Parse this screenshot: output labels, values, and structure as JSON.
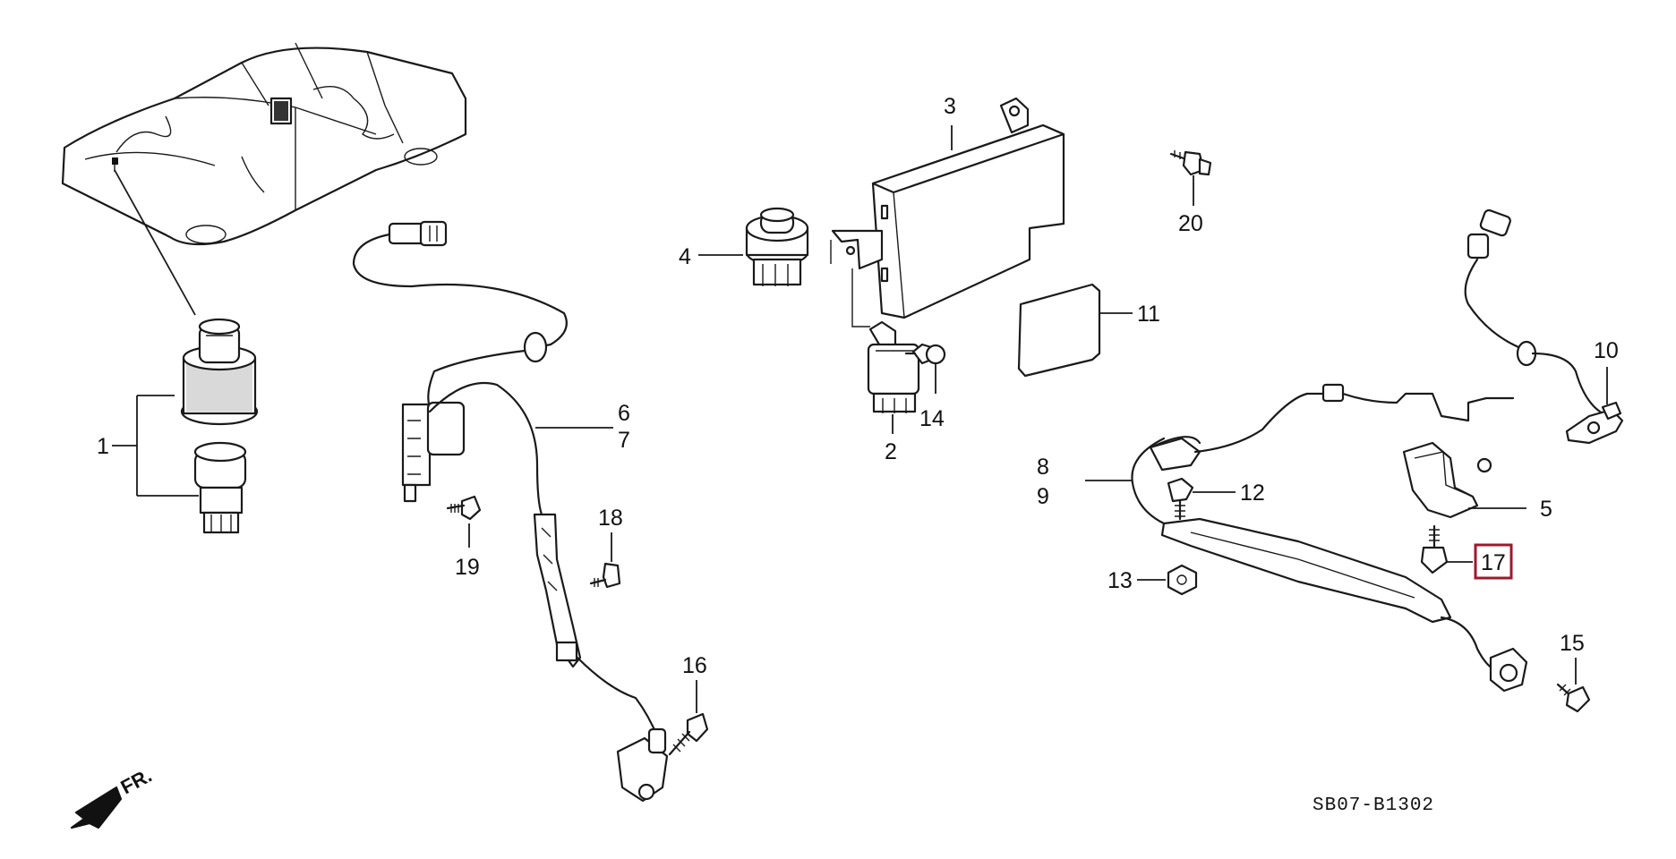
{
  "diagram": {
    "code": "SB07-B1302",
    "front_marker": "FR.",
    "highlight_color": "#a0182e",
    "highlighted_part": "17",
    "callouts": {
      "p1": "1",
      "p2": "2",
      "p3": "3",
      "p4": "4",
      "p5": "5",
      "p6": "6",
      "p7": "7",
      "p8": "8",
      "p9": "9",
      "p10": "10",
      "p11": "11",
      "p12": "12",
      "p13": "13",
      "p14": "14",
      "p15": "15",
      "p16": "16",
      "p17": "17",
      "p18": "18",
      "p19": "19",
      "p20": "20"
    }
  }
}
